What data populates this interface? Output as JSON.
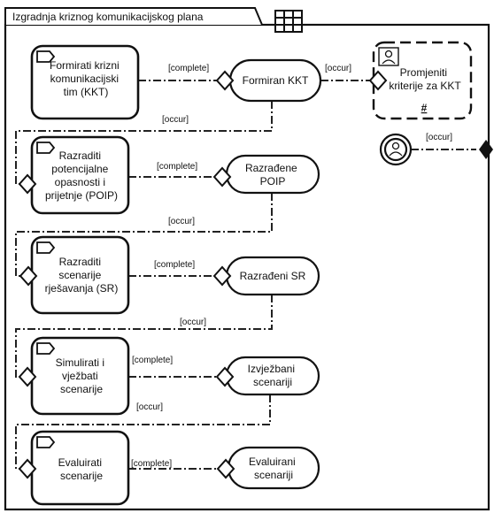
{
  "frame": {
    "title": "Izgradnja kriznog komunikacijskog plana"
  },
  "activities": [
    {
      "id": "a1",
      "lines": [
        "Formirati krizni",
        "komunikacijski",
        "tim (KKT)"
      ]
    },
    {
      "id": "a2",
      "lines": [
        "Razraditi",
        "potencijalne",
        "opasnosti i",
        "prijetnje (POIP)"
      ]
    },
    {
      "id": "a3",
      "lines": [
        "Razraditi",
        "scenarije",
        "rješavanja (SR)"
      ]
    },
    {
      "id": "a4",
      "lines": [
        "Simulirati i",
        "vježbati",
        "scenarije"
      ]
    },
    {
      "id": "a5",
      "lines": [
        "Evaluirati",
        "scenarije"
      ]
    }
  ],
  "events": [
    {
      "id": "e1",
      "lines": [
        "Formiran KKT"
      ]
    },
    {
      "id": "e2",
      "lines": [
        "Razrađene",
        "POIP"
      ]
    },
    {
      "id": "e3",
      "lines": [
        "Razrađeni SR"
      ]
    },
    {
      "id": "e4",
      "lines": [
        "Izvježbani",
        "scenariji"
      ]
    },
    {
      "id": "e5",
      "lines": [
        "Evaluirani",
        "scenariji"
      ]
    }
  ],
  "external_activity": {
    "lines": [
      "Promjeniti",
      "kriterije za KKT"
    ],
    "marker": "#"
  },
  "flow_labels": {
    "complete": "[complete]",
    "occur": "[occur]"
  },
  "icons": {
    "activity": "activity-flag-icon",
    "external": "person-icon",
    "trigger": "person-circle-icon",
    "table": "table-grid-icon"
  }
}
